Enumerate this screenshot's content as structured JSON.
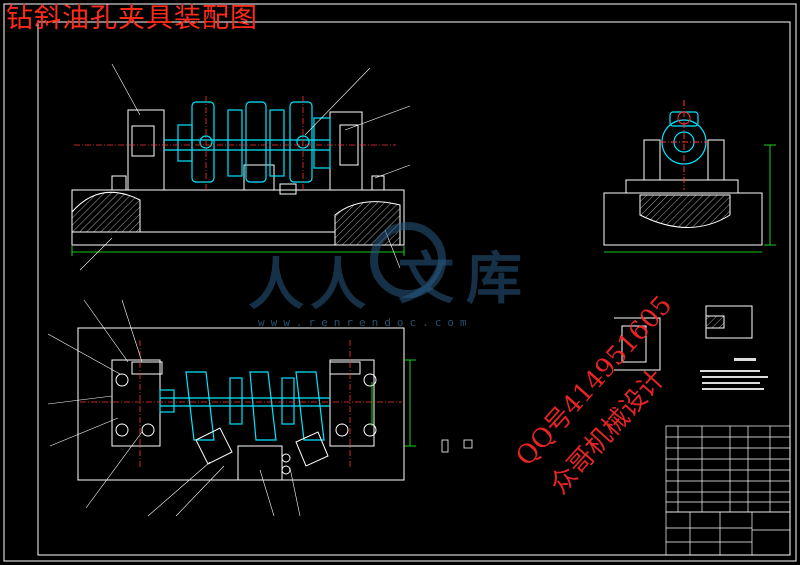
{
  "drawing": {
    "title": "钻斜油孔夹具装配图",
    "watermark": {
      "logo_chars": [
        "人",
        "人",
        "文",
        "库"
      ],
      "url": "www.renrendoc.com",
      "qq": "QQ号414951605",
      "author": "众哥机械设计"
    },
    "colors": {
      "background": "#000000",
      "frame": "#ffffff",
      "fixture": "#ffffff",
      "workpiece": "#00e5ff",
      "dimension": "#22ff22",
      "centerline": "#ff3333",
      "hatch": "#d0d0d0",
      "title_red": "#ff2a1a"
    }
  }
}
